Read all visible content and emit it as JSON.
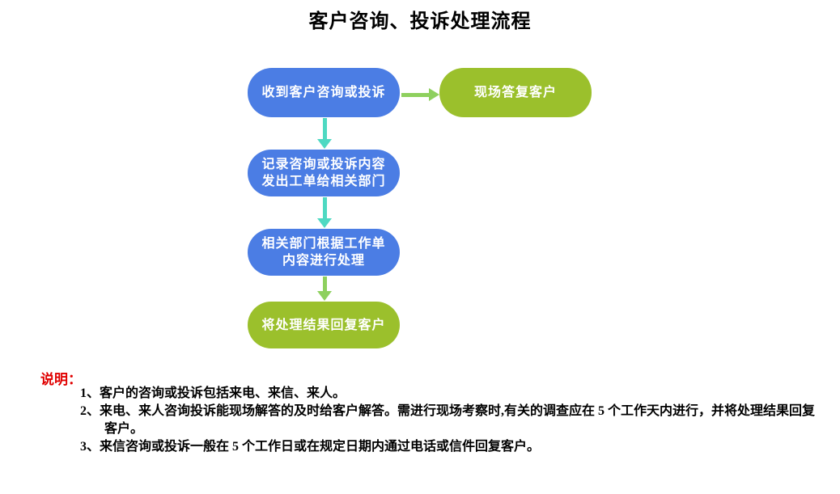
{
  "title": "客户咨询、投诉处理流程",
  "colors": {
    "box_blue": "#4b7de4",
    "box_green": "#9bc02c",
    "arrow_teal": "#4ed9c2",
    "arrow_green": "#8ed05e",
    "note_red": "#e00000",
    "node_text": "#ffffff",
    "body_text": "#000000"
  },
  "flowchart": {
    "nodes": [
      {
        "id": "receive",
        "color": "blue",
        "lines": [
          "收到客户咨询或投诉"
        ]
      },
      {
        "id": "onsite-reply",
        "color": "green",
        "lines": [
          "现场答复客户"
        ]
      },
      {
        "id": "record",
        "color": "blue",
        "lines": [
          "记录咨询或投诉内容",
          "发出工单给相关部门"
        ]
      },
      {
        "id": "process",
        "color": "blue",
        "lines": [
          "相关部门根据工作单",
          "内容进行处理"
        ]
      },
      {
        "id": "reply-result",
        "color": "green",
        "lines": [
          "将处理结果回复客户"
        ]
      }
    ],
    "arrows": [
      {
        "from": "receive",
        "to": "onsite-reply",
        "direction": "right",
        "color": "#8ed05e"
      },
      {
        "from": "receive",
        "to": "record",
        "direction": "down",
        "color": "#4ed9c2"
      },
      {
        "from": "record",
        "to": "process",
        "direction": "down",
        "color": "#4ed9c2"
      },
      {
        "from": "process",
        "to": "reply-result",
        "direction": "down",
        "color": "#8ed05e"
      }
    ]
  },
  "notes": {
    "heading": "说明：",
    "items": [
      "1、客户的咨询或投诉包括来电、来信、来人。",
      "2、来电、来人咨询投诉能现场解答的及时给客户解答。需进行现场考察时,有关的调查应在 5 个工作天内进行，并将处理结果回复客户。",
      "3、来信咨询或投诉一般在 5 个工作日或在规定日期内通过电话或信件回复客户。"
    ]
  }
}
